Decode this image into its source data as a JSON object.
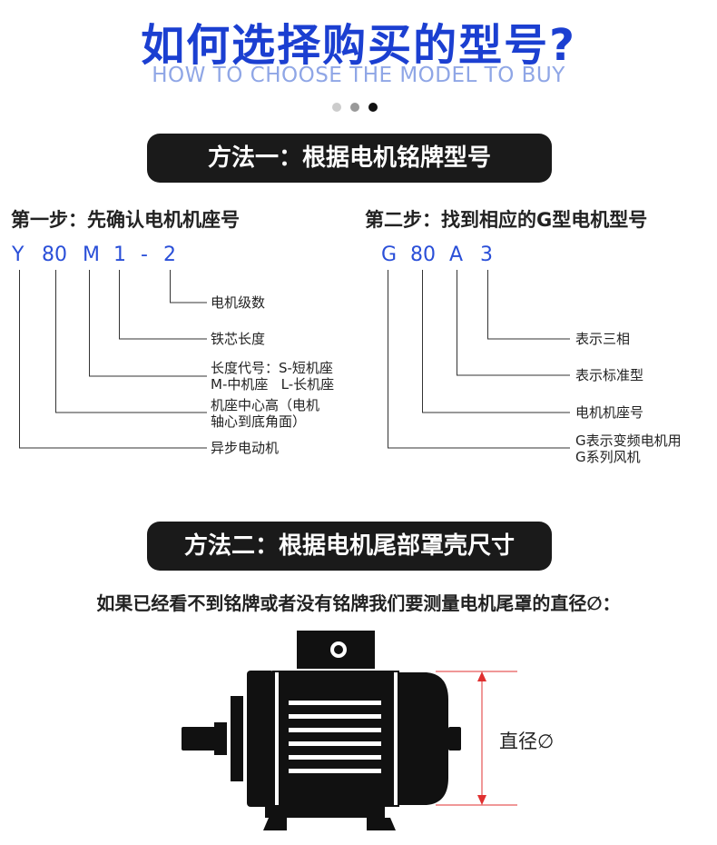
{
  "header": {
    "title": "如何选择购买的型号?",
    "subtitle": "HOW TO CHOOSE THE MODEL TO BUY"
  },
  "pager": {
    "dots": [
      {
        "color": "#cccccc"
      },
      {
        "color": "#999999"
      },
      {
        "color": "#111111"
      }
    ]
  },
  "method1": {
    "title": "方法一：根据电机铭牌型号",
    "step1": {
      "heading": "第一步：先确认电机机座号",
      "code_parts": [
        "Y",
        "80",
        "M",
        "1",
        "-",
        "2"
      ],
      "labels": {
        "poles": "电机级数",
        "core_length": "铁芯长度",
        "length_code_1": "长度代号：S-短机座",
        "length_code_2": "M-中机座   L-长机座",
        "frame_height_1": "机座中心高（电机",
        "frame_height_2": "轴心到底角面）",
        "async_motor": "异步电动机"
      }
    },
    "step2": {
      "heading": "第二步：找到相应的G型电机型号",
      "code_parts": [
        "G",
        "80",
        "A",
        "3"
      ],
      "labels": {
        "three_phase": "表示三相",
        "standard": "表示标准型",
        "frame_no": "电机机座号",
        "g_type_1": "G表示变频电机用",
        "g_type_2": "G系列风机"
      }
    }
  },
  "method2": {
    "title": "方法二：根据电机尾部罩壳尺寸",
    "intro": "如果已经看不到铭牌或者没有铭牌我们要测量电机尾罩的直径∅：",
    "diameter_label": "直径∅"
  },
  "colors": {
    "title": "#1b3fd1",
    "subtitle": "#8fa6e6",
    "code": "#2a4fd8",
    "pill": "#1a1a1a",
    "dimension": "#e03030"
  }
}
